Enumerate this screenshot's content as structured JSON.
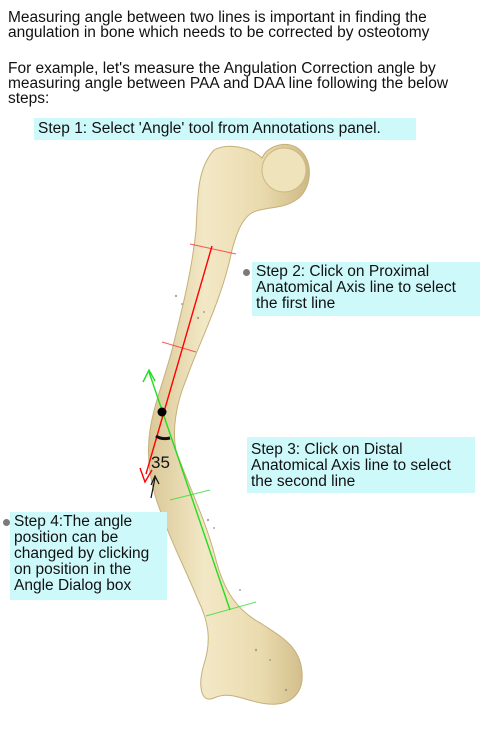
{
  "intro": {
    "line1": "Measuring angle between two lines is important in finding the angulation in bone which needs to be corrected by osteotomy",
    "line2": "For example, let's measure the Angulation Correction angle by measuring angle between PAA and DAA line following the below steps:"
  },
  "steps": {
    "step1": "Step 1: Select 'Angle' tool from Annotations panel.",
    "step2": "Step 2: Click on Proximal Anatomical Axis line to select the first line",
    "step3": "Step 3: Click on Distal Anatomical Axis line to select the second line",
    "step4": "Step 4:The angle position can be changed by clicking on position in the Angle Dialog box"
  },
  "angle_value": "35",
  "colors": {
    "callout_bg": "#cdf9fb",
    "bone_fill": "#eddfb5",
    "proximal_axis": "#ff0000",
    "distal_axis": "#22dd22",
    "bone_shadow": "#cbb98a"
  }
}
